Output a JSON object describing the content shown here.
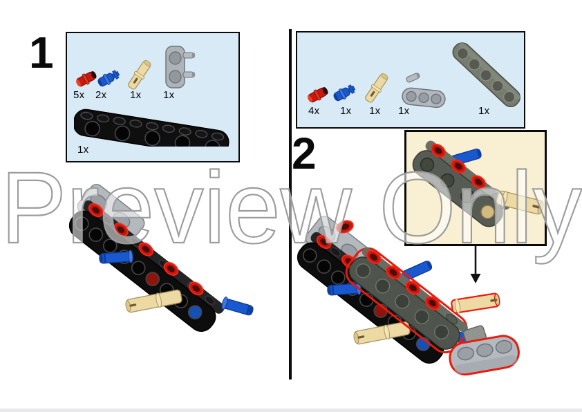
{
  "watermark": "Preview Only",
  "step1": {
    "number": "1",
    "parts": [
      {
        "icon": "red-pin-icon",
        "qty": "5x"
      },
      {
        "icon": "blue-axle-pin-icon",
        "qty": "2x"
      },
      {
        "icon": "tan-axle-pin-icon",
        "qty": "1x"
      },
      {
        "icon": "gray-pin-connector-plate-icon",
        "qty": "1x"
      },
      {
        "icon": "black-beam-9-icon",
        "qty": "1x"
      }
    ]
  },
  "step2": {
    "number": "2",
    "parts": [
      {
        "icon": "red-pin-icon",
        "qty": "4x"
      },
      {
        "icon": "blue-axle-pin-icon",
        "qty": "1x"
      },
      {
        "icon": "tan-axle-pin-icon",
        "qty": "1x"
      },
      {
        "icon": "gray-liftarm-pin-icon",
        "qty": "1x"
      },
      {
        "icon": "dark-gray-beam-5-icon",
        "qty": "1x"
      }
    ]
  },
  "colors": {
    "parts_box_bg": "#d9eaf7",
    "parts_box_border": "#0a0a0a",
    "callout_bg": "#f9efd3",
    "pin_red": "#c9190c",
    "pin_blue": "#1a58cf",
    "axle_pin_tan": "#ecd9a3",
    "gray_part": "#b4b9be",
    "dark_gray_beam": "#53584f",
    "black_beam": "#0d0d0e",
    "new_part_outline_red": "#ea1a0c",
    "watermark_outline": "#9c9c9c",
    "footer_bar": "#e8e8ea"
  }
}
